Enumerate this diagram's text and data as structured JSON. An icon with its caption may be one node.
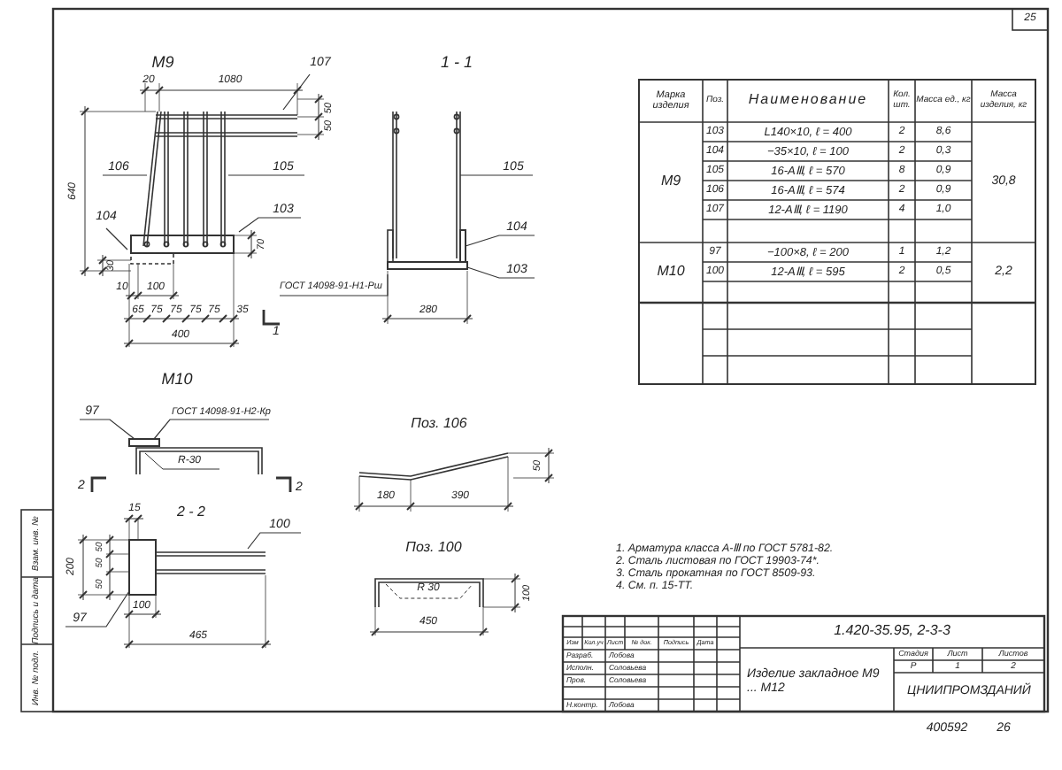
{
  "diagram": {
    "nodes": [
      {
        "text": [
          "107"
        ]
      },
      {
        "text": [
          "106"
        ]
      },
      {
        "text": [
          "105"
        ]
      },
      {
        "text": [
          "104"
        ]
      },
      {
        "text": [
          "103"
        ]
      },
      {
        "text": [
          "105"
        ]
      },
      {
        "text": [
          "104"
        ]
      },
      {
        "text": [
          "103"
        ]
      },
      {
        "text": [
          "ГОСТ 14098-91-Н1-Рш"
        ]
      },
      {
        "text": [
          "97"
        ]
      },
      {
        "text": [
          "ГОСТ 14098-91-Н2-Кр"
        ]
      },
      {
        "text": [
          "100"
        ]
      },
      {
        "text": [
          "97"
        ]
      },
      {
        "text": [],
        "shape": "bar"
      },
      {
        "text": [],
        "shape": "box"
      },
      {
        "text": [],
        "shape": "box"
      },
      {
        "text": [],
        "shape": "box"
      },
      {
        "text": [],
        "shape": "box"
      }
    ],
    "edges": [
      {
        "from": 0,
        "to": null,
        "arrow": "none"
      },
      {
        "from": 1,
        "to": null,
        "arrow": "none"
      },
      {
        "from": 2,
        "to": null,
        "arrow": "none"
      },
      {
        "from": 3,
        "to": null,
        "arrow": "none"
      },
      {
        "from": 4,
        "to": null,
        "arrow": "none"
      },
      {
        "from": 5,
        "to": 13,
        "arrow": "none"
      },
      {
        "from": 6,
        "to": 14,
        "arrow": "none"
      },
      {
        "from": 7,
        "to": 15,
        "arrow": "none"
      },
      {
        "from": 8,
        "to": null,
        "arrow": "none"
      },
      {
        "from": 9,
        "to": 16,
        "arrow": "none"
      },
      {
        "from": 10,
        "to": 16,
        "arrow": "none"
      },
      {
        "from": 11,
        "to": null,
        "arrow": "none"
      },
      {
        "from": 12,
        "to": 17,
        "arrow": "none"
      }
    ],
    "labels": [
      "25",
      "М9",
      "20",
      "1080",
      "1 - 1",
      "50",
      "50",
      "640",
      "70",
      "30",
      "10",
      "100",
      "65",
      "75",
      "75",
      "75",
      "75",
      "35",
      "400",
      "1",
      "280",
      "М10",
      "R-30",
      "2",
      "2",
      "15",
      "2 - 2",
      "200",
      "50",
      "50",
      "50",
      "100",
      "465",
      "Поз. 106",
      "50",
      "180",
      "390",
      "Поз. 100",
      "R 30",
      "100",
      "450",
      "Марка изделия",
      "Поз.",
      "Наименование",
      "Кол. шт.",
      "Масса ед., кг",
      "Масса изделия, кг",
      "М9",
      "103",
      "L140×10, ℓ = 400",
      "2",
      "8,6",
      "30,8",
      "104",
      "−35×10, ℓ = 100",
      "2",
      "0,3",
      "105",
      "16-АⅢ, ℓ = 570",
      "8",
      "0,9",
      "106",
      "16-АⅢ, ℓ = 574",
      "2",
      "0,9",
      "107",
      "12-АⅢ, ℓ = 1190",
      "4",
      "1,0",
      "М10",
      "97",
      "−100×8, ℓ = 200",
      "1",
      "1,2",
      "100",
      "12-АⅢ, ℓ = 595",
      "2",
      "0,5",
      "2,2",
      "1. Арматура класса А-Ⅲ по ГОСТ 5781-82.",
      "2. Сталь листовая по ГОСТ 19903-74*.",
      "3. Сталь прокатная по ГОСТ 8509-93.",
      "4. См. п. 15-ТТ.",
      "Изм",
      "Кол.уч",
      "Лист",
      "№ док.",
      "Подпись",
      "Дата",
      "Разраб.",
      "Лобова",
      "Исполн.",
      "Соловьева",
      "Пров.",
      "Соловьева",
      "Н.контр.",
      "Лобова",
      "1.420-35.95, 2-3-3",
      "Изделие закладное М9 ... М12",
      "Стадия",
      "Лист",
      "Листов",
      "Р",
      "1",
      "2",
      "ЦНИИПРОМЗДАНИЙ",
      "400592",
      "26",
      "Взам. инв. №",
      "Подпись и дата",
      "Инв. № подл."
    ]
  }
}
